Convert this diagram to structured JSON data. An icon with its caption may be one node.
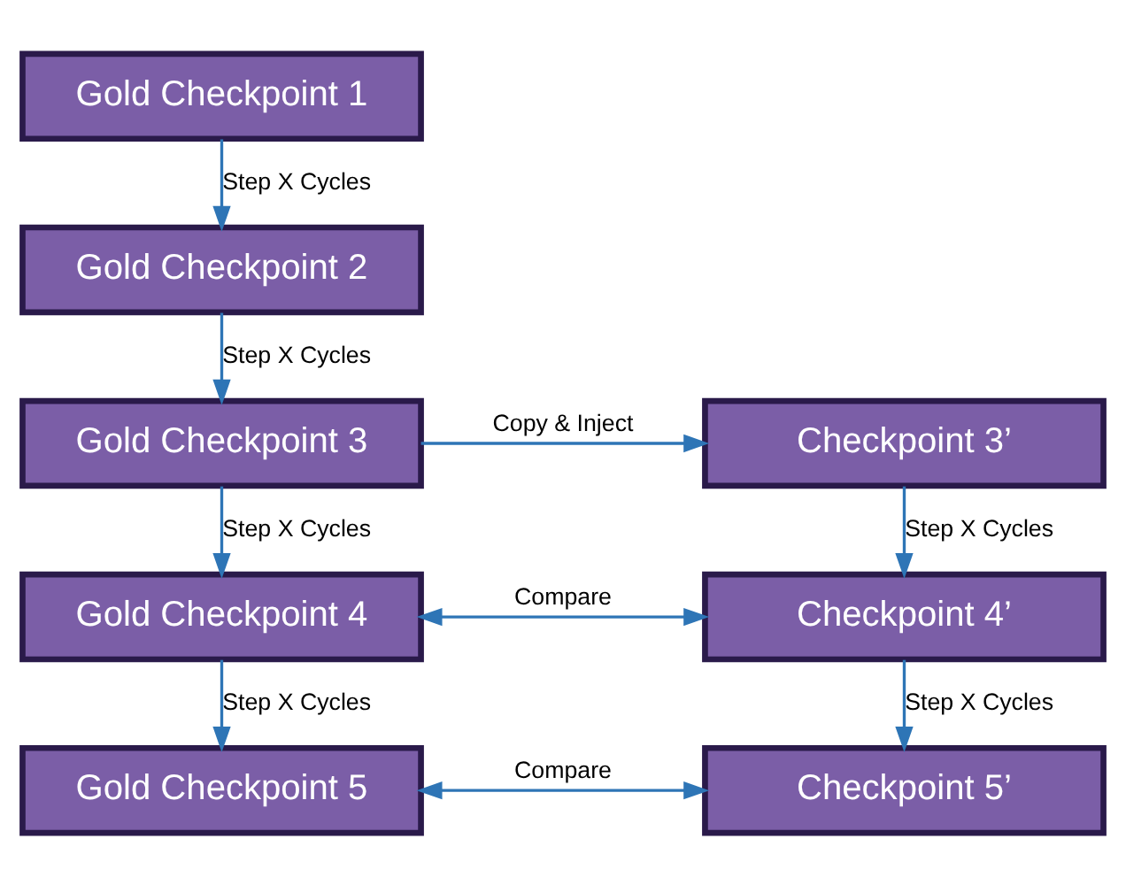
{
  "diagram": {
    "nodes": [
      {
        "text": [
          "Gold Checkpoint 1"
        ]
      },
      {
        "text": [
          "Gold Checkpoint 2"
        ]
      },
      {
        "text": [
          "Gold Checkpoint 3"
        ]
      },
      {
        "text": [
          "Checkpoint 3’"
        ]
      },
      {
        "text": [
          "Gold Checkpoint 4"
        ]
      },
      {
        "text": [
          "Checkpoint 4’"
        ]
      },
      {
        "text": [
          "Gold Checkpoint 5"
        ]
      },
      {
        "text": [
          "Checkpoint 5’"
        ]
      }
    ],
    "edges": [
      {
        "from": 0,
        "to": 1,
        "arrow": "to",
        "label": "Step X Cycles"
      },
      {
        "from": 1,
        "to": 2,
        "arrow": "to",
        "label": "Step X Cycles"
      },
      {
        "from": 2,
        "to": 3,
        "arrow": "to",
        "label": "Copy & Inject"
      },
      {
        "from": 2,
        "to": 4,
        "arrow": "to",
        "label": "Step X Cycles"
      },
      {
        "from": 3,
        "to": 5,
        "arrow": "to",
        "label": "Step X Cycles"
      },
      {
        "from": 4,
        "to": 5,
        "arrow": "both",
        "label": "Compare"
      },
      {
        "from": 4,
        "to": 6,
        "arrow": "to",
        "label": "Step X Cycles"
      },
      {
        "from": 5,
        "to": 7,
        "arrow": "to",
        "label": "Step X Cycles"
      },
      {
        "from": 6,
        "to": 7,
        "arrow": "both",
        "label": "Compare"
      }
    ]
  }
}
